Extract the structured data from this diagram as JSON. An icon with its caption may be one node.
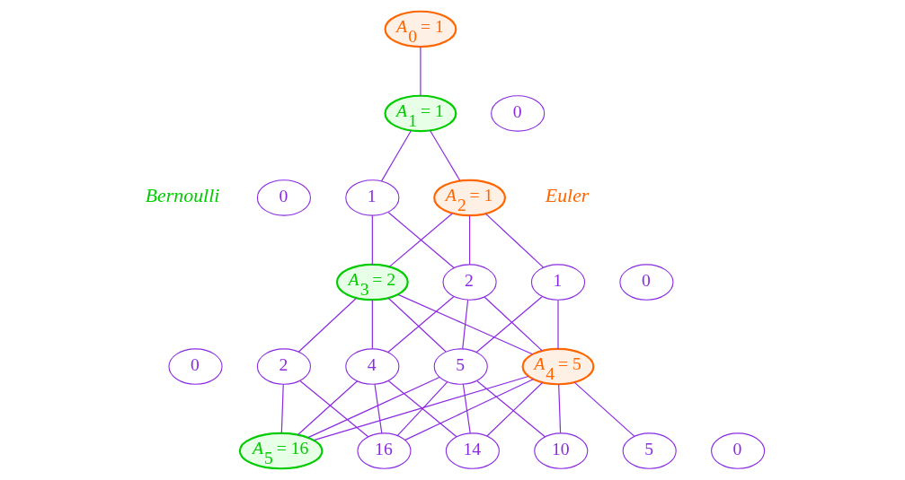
{
  "diagram": {
    "nodes": [
      {
        "text": [
          "*A*$_{0}$ = 1"
        ]
      },
      {
        "text": [
          "*A*$_{1}$ = 1"
        ]
      },
      {
        "text": [
          "0"
        ]
      },
      {
        "text": [
          "0"
        ]
      },
      {
        "text": [
          "1"
        ]
      },
      {
        "text": [
          "*A*$_{2}$ = 1"
        ]
      },
      {
        "text": [
          "*A*$_{3}$ = 2"
        ]
      },
      {
        "text": [
          "2"
        ]
      },
      {
        "text": [
          "1"
        ]
      },
      {
        "text": [
          "0"
        ]
      },
      {
        "text": [
          "0"
        ]
      },
      {
        "text": [
          "2"
        ]
      },
      {
        "text": [
          "4"
        ]
      },
      {
        "text": [
          "5"
        ]
      },
      {
        "text": [
          "*A*$_{4}$ = 5"
        ]
      },
      {
        "text": [
          "*A*$_{5}$ = 16"
        ]
      },
      {
        "text": [
          "16"
        ]
      },
      {
        "text": [
          "14"
        ]
      },
      {
        "text": [
          "10"
        ]
      },
      {
        "text": [
          "5"
        ]
      },
      {
        "text": [
          "0"
        ]
      }
    ],
    "edges": [
      {
        "from": 0,
        "to": 1,
        "arrow": "none"
      },
      {
        "from": 1,
        "to": 4,
        "arrow": "none"
      },
      {
        "from": 1,
        "to": 5,
        "arrow": "none"
      },
      {
        "from": 4,
        "to": 6,
        "arrow": "none"
      },
      {
        "from": 4,
        "to": 7,
        "arrow": "none"
      },
      {
        "from": 5,
        "to": 6,
        "arrow": "none"
      },
      {
        "from": 5,
        "to": 7,
        "arrow": "none"
      },
      {
        "from": 5,
        "to": 8,
        "arrow": "none"
      },
      {
        "from": 6,
        "to": 11,
        "arrow": "none"
      },
      {
        "from": 6,
        "to": 12,
        "arrow": "none"
      },
      {
        "from": 6,
        "to": 13,
        "arrow": "none"
      },
      {
        "from": 6,
        "to": 14,
        "arrow": "none"
      },
      {
        "from": 7,
        "to": 12,
        "arrow": "none"
      },
      {
        "from": 7,
        "to": 13,
        "arrow": "none"
      },
      {
        "from": 7,
        "to": 14,
        "arrow": "none"
      },
      {
        "from": 8,
        "to": 13,
        "arrow": "none"
      },
      {
        "from": 8,
        "to": 14,
        "arrow": "none"
      },
      {
        "from": 11,
        "to": 15,
        "arrow": "none"
      },
      {
        "from": 12,
        "to": 15,
        "arrow": "none"
      },
      {
        "from": 13,
        "to": 15,
        "arrow": "none"
      },
      {
        "from": 14,
        "to": 15,
        "arrow": "none"
      },
      {
        "from": 11,
        "to": 16,
        "arrow": "none"
      },
      {
        "from": 12,
        "to": 16,
        "arrow": "none"
      },
      {
        "from": 13,
        "to": 16,
        "arrow": "none"
      },
      {
        "from": 14,
        "to": 16,
        "arrow": "none"
      },
      {
        "from": 12,
        "to": 17,
        "arrow": "none"
      },
      {
        "from": 13,
        "to": 17,
        "arrow": "none"
      },
      {
        "from": 14,
        "to": 17,
        "arrow": "none"
      },
      {
        "from": 13,
        "to": 18,
        "arrow": "none"
      },
      {
        "from": 14,
        "to": 18,
        "arrow": "none"
      },
      {
        "from": 14,
        "to": 19,
        "arrow": "none"
      }
    ],
    "labels": [
      "Bernoulli",
      "Euler"
    ]
  }
}
